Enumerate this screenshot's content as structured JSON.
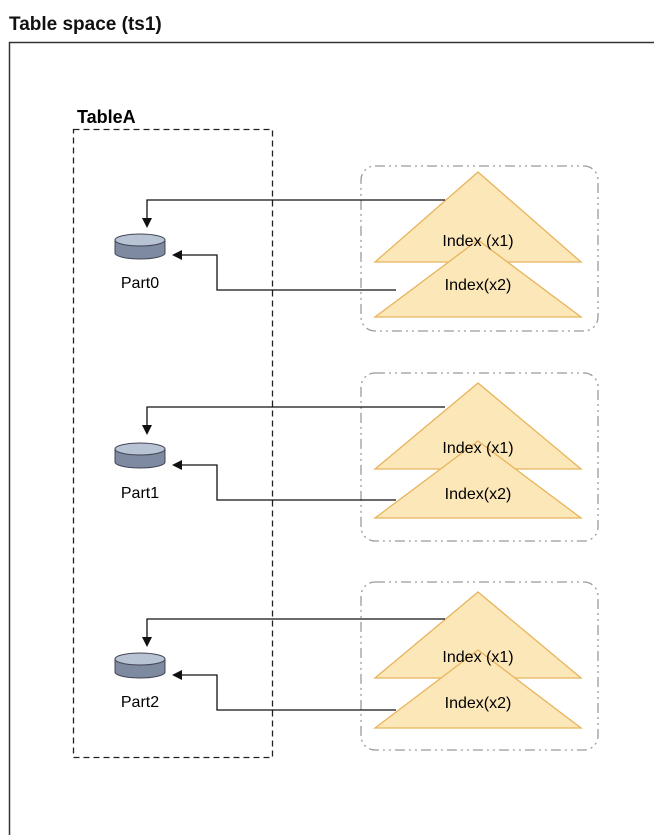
{
  "title": "Table space (ts1)",
  "table": {
    "name": "TableA"
  },
  "partitions": [
    {
      "label": "Part0",
      "index1": "Index (x1)",
      "index2": "Index(x2)"
    },
    {
      "label": "Part1",
      "index1": "Index (x1)",
      "index2": "Index(x2)"
    },
    {
      "label": "Part2",
      "index1": "Index (x1)",
      "index2": "Index(x2)"
    }
  ],
  "colors": {
    "frame": "#333333",
    "index_fill": "#fce7b8",
    "index_stroke": "#e8b45c",
    "group_stroke": "#9a9a9a",
    "disk_body": "#7d8aa0",
    "disk_top": "#b8c3d4",
    "arrow": "#111111"
  }
}
